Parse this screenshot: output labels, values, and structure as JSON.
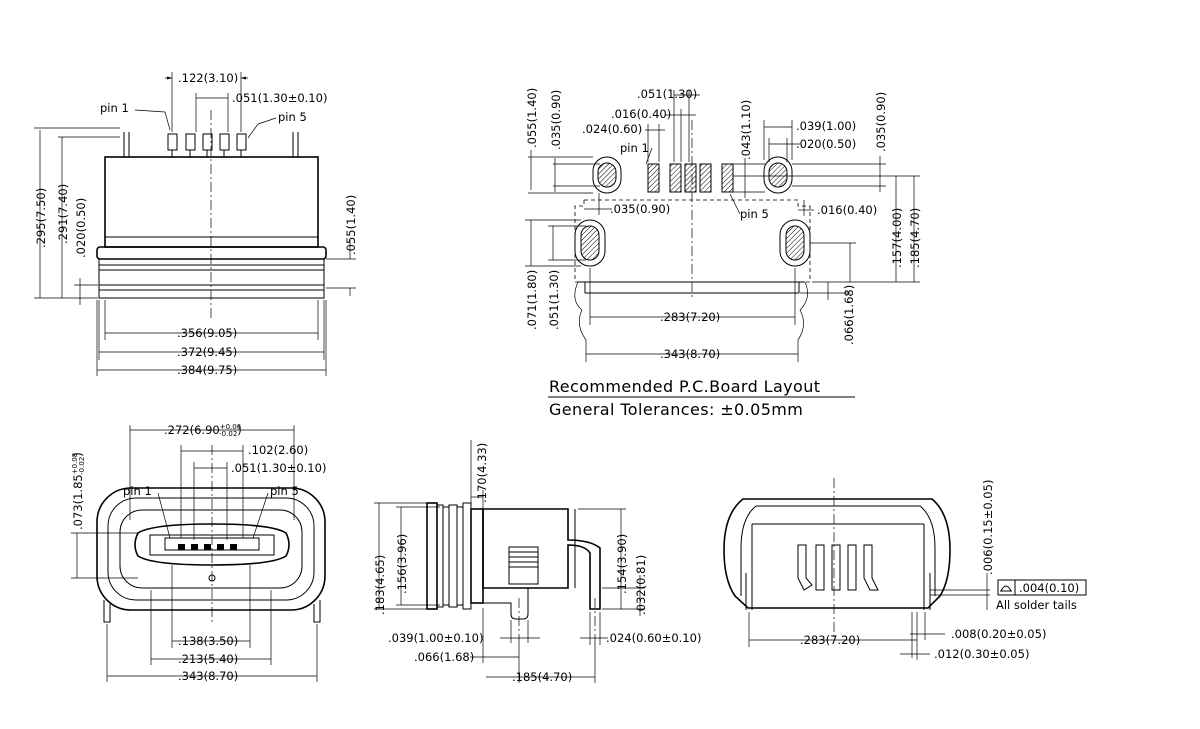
{
  "drawing": {
    "layout_title": "Recommended P.C.Board Layout",
    "tolerance_note": "General Tolerances: ±0.05mm",
    "top_view": {
      "pin_first": "pin 1",
      "pin_last": "pin 5",
      "d_pin_span": ".122(3.10)",
      "d_pitch": ".051(1.30±0.10)",
      "d_height_total": ".295(7.50)",
      "d_height_body": ".291(7.40)",
      "d_flange": ".020(0.50)",
      "d_flange_right": ".055(1.40)",
      "d_w_inner": ".356(9.05)",
      "d_w_mid": ".372(9.45)",
      "d_w_outer": ".384(9.75)"
    },
    "pcb_layout": {
      "pin_first": "pin 1",
      "pin_last": "pin 5",
      "d_pitch": ".051(1.30)",
      "d_pad_gap": ".016(0.40)",
      "d_pad_w": ".024(0.60)",
      "d_h1": ".055(1.40)",
      "d_h2": ".035(0.90)",
      "d_pad_h": ".043(1.10)",
      "d_slot_w": ".039(1.00)",
      "d_slot_inner": ".020(0.50)",
      "d_right_h": ".035(0.90)",
      "d_inner_left": ".035(0.90)",
      "d_inner_right": ".016(0.40)",
      "d_h_mid": ".157(4.00)",
      "d_h_total": ".185(4.70)",
      "d_left_slot_h": ".071(1.80)",
      "d_left_slot_inner": ".051(1.30)",
      "d_edge": ".066(1.68)",
      "d_slot_span": ".283(7.20)",
      "d_total_w": ".343(8.70)"
    },
    "front_view": {
      "pin_first": "pin 1",
      "pin_last": "pin 5",
      "d_open_w": ".272(6.90",
      "d_open_w_tol_upper": "+0.06",
      "d_open_w_tol_lower": "-0.02",
      "d_open_w_close": ")",
      "d_pin_span": ".102(2.60)",
      "d_pitch": ".051(1.30±0.10)",
      "d_open_h": ".073(1.85",
      "d_open_h_tol_upper": "+0.08",
      "d_open_h_tol_lower": "-0.02",
      "d_open_h_close": ")",
      "d_inner": ".138(3.50)",
      "d_mid": ".213(5.40)",
      "d_outer": ".343(8.70)"
    },
    "side_view": {
      "d_overall_h": ".183(4.65)",
      "d_body_h": ".156(3.96)",
      "d_top": ".170(4.33)",
      "d_right_h": ".154(3.90)",
      "d_tail": ".032(0.81)",
      "d_post": ".039(1.00±0.10)",
      "d_post_off": ".066(1.68)",
      "d_tail_w": ".024(0.60±0.10)",
      "d_depth": ".185(4.70)"
    },
    "rear_view": {
      "d_flat": ".006(0.15±0.05)",
      "d_copl": ".004(0.10)",
      "note_tails": "All solder tails",
      "d_span": ".283(7.20)",
      "d_tail_t": ".008(0.20±0.05)",
      "d_tail_w": ".012(0.30±0.05)"
    }
  }
}
